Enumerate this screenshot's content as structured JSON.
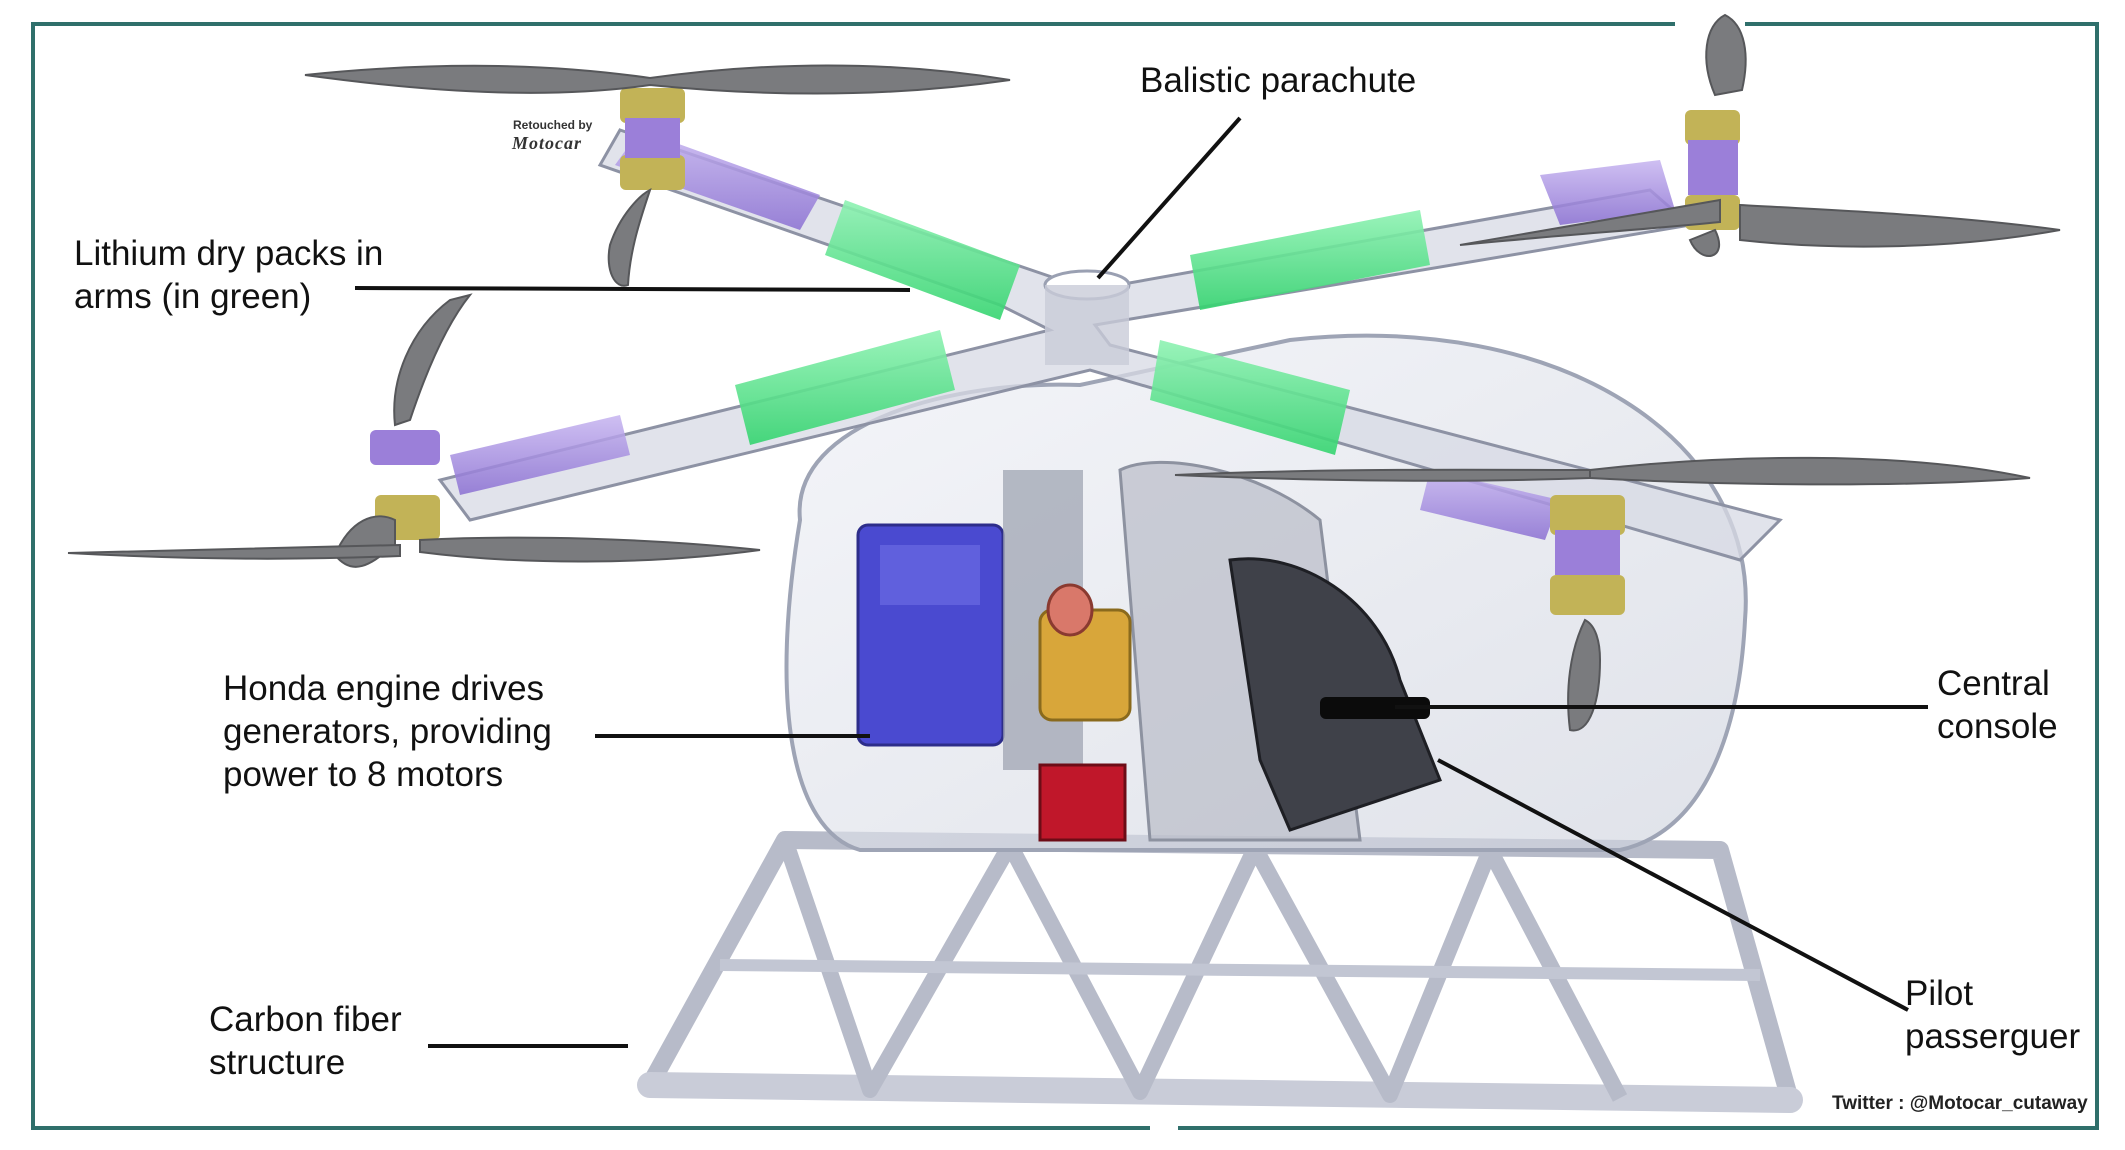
{
  "watermark": {
    "line1": "Retouched by",
    "brand": "Motocar"
  },
  "credit": "Twitter : @Motocar_cutaway",
  "labels": {
    "parachute": "Balistic parachute",
    "lithium_1": "Lithium dry packs in",
    "lithium_2": "arms (in green)",
    "engine_1": "Honda engine drives",
    "engine_2": "generators, providing",
    "engine_3": "power to 8 motors",
    "carbon_1": "Carbon fiber",
    "carbon_2": "structure",
    "console_1": "Central",
    "console_2": "console",
    "pilot_1": "Pilot",
    "pilot_2": "passerguer"
  },
  "colors": {
    "frame": "#2f6f6b",
    "battery": "#3ee07a",
    "arm_purple": "#9b7fd9",
    "engine_blue": "#4a4ad0",
    "generator_yellow": "#d8a63a",
    "red_box": "#c0172a",
    "propeller": "#7a7b7e",
    "motor_gold": "#c2b357"
  }
}
